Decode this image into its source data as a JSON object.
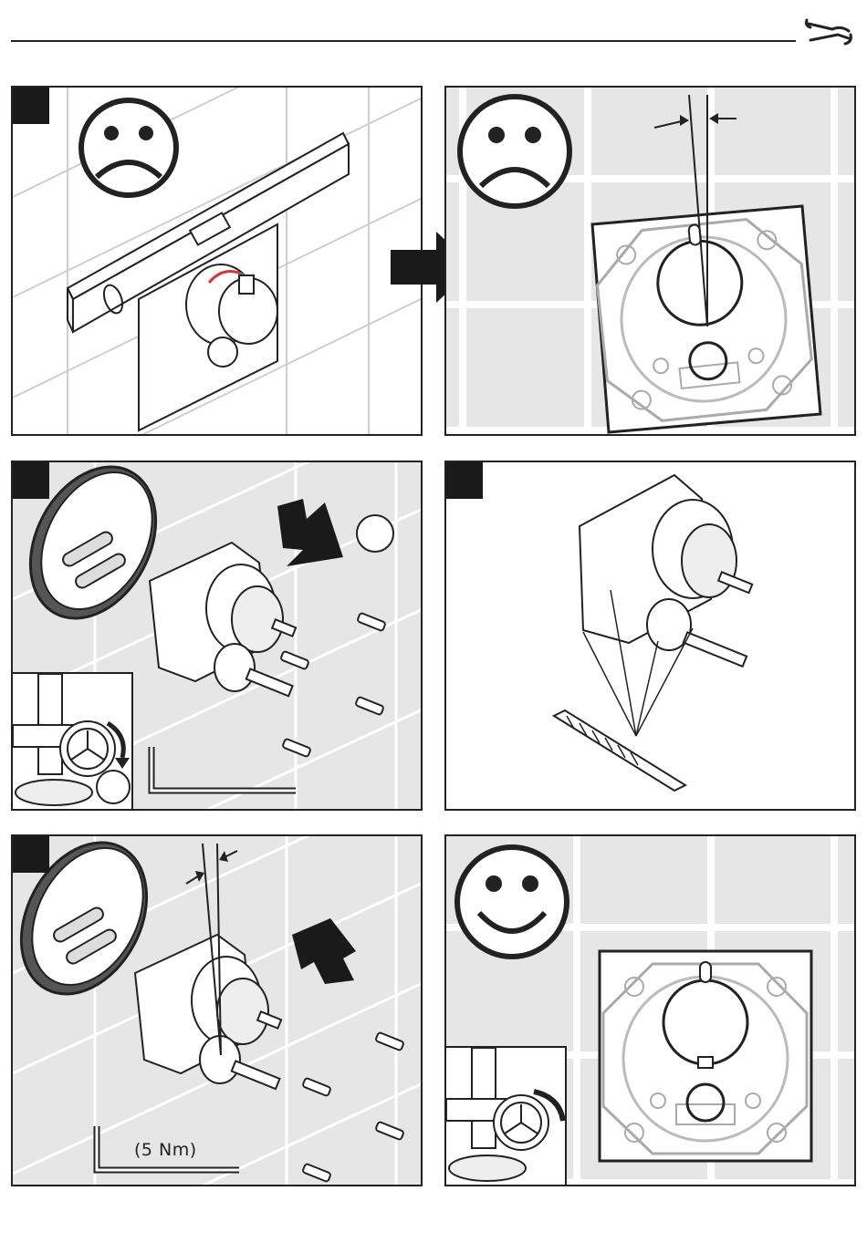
{
  "header": {
    "icon": "tools-icon"
  },
  "steps": [
    {
      "id": 1,
      "face": "sad",
      "background": "tiles-white",
      "content": "spirit-level-on-mixer"
    },
    {
      "id": 2,
      "face": "sad",
      "background": "tiles-grey",
      "content": "tilted-valve-body-outline"
    },
    {
      "id": 3,
      "face": "none",
      "background": "tiles-grey",
      "content": "remove-screws-and-cover"
    },
    {
      "id": 4,
      "face": "none",
      "background": "white",
      "content": "drill-mounting-holes"
    },
    {
      "id": 5,
      "face": "none",
      "background": "tiles-grey",
      "content": "mount-with-screws",
      "torque_label": "(5 Nm)"
    },
    {
      "id": 6,
      "face": "happy",
      "background": "tiles-grey",
      "content": "level-valve-body-outline"
    }
  ],
  "colors": {
    "line": "#222222",
    "badge": "#1a1a1a",
    "tile_grey": "#e6e6e6",
    "grout": "#ffffff",
    "arrow": "#1a1a1a",
    "hot": "#d9343a",
    "cold": "#3a7bd5"
  }
}
